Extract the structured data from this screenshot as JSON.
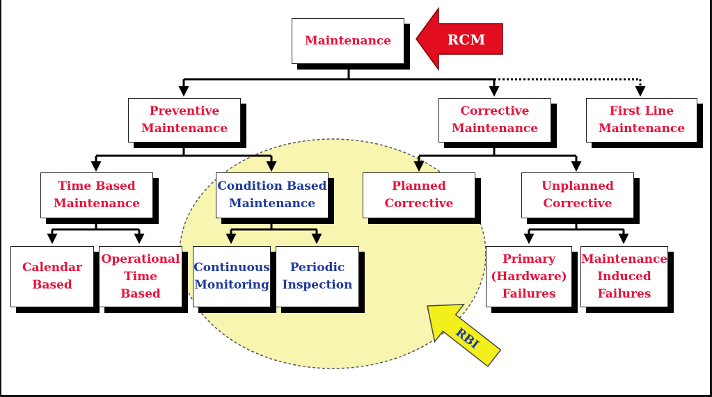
{
  "colors": {
    "node_text_red": "#e8123a",
    "node_text_blue": "#1f3a9c",
    "rcm_arrow_fill": "#e30d20",
    "rbi_arrow_fill": "#f2ef1c",
    "rbi_ellipse_fill": "#f7f5b0"
  },
  "nodes": {
    "maintenance": {
      "lines": [
        "Maintenance"
      ]
    },
    "preventive": {
      "lines": [
        "Preventive",
        "Maintenance"
      ]
    },
    "corrective": {
      "lines": [
        "Corrective",
        "Maintenance"
      ]
    },
    "first_line": {
      "lines": [
        "First Line",
        "Maintenance"
      ]
    },
    "time_based": {
      "lines": [
        "Time Based",
        "Maintenance"
      ]
    },
    "condition_based": {
      "lines": [
        "Condition Based",
        "Maintenance"
      ]
    },
    "planned_corrective": {
      "lines": [
        "Planned",
        "Corrective"
      ]
    },
    "unplanned_corrective": {
      "lines": [
        "Unplanned",
        "Corrective"
      ]
    },
    "calendar_based": {
      "lines": [
        "Calendar",
        "Based"
      ]
    },
    "operational_time_based": {
      "lines": [
        "Operational",
        "Time",
        "Based"
      ]
    },
    "continuous_monitoring": {
      "lines": [
        "Continuous",
        "Monitoring"
      ]
    },
    "periodic_inspection": {
      "lines": [
        "Periodic",
        "Inspection"
      ]
    },
    "primary_failures": {
      "lines": [
        "Primary",
        "(Hardware)",
        "Failures"
      ]
    },
    "maintenance_induced": {
      "lines": [
        "Maintenance",
        "Induced",
        "Failures"
      ]
    }
  },
  "callouts": {
    "rcm": {
      "label": "RCM"
    },
    "rbi": {
      "label": "RBI"
    }
  }
}
